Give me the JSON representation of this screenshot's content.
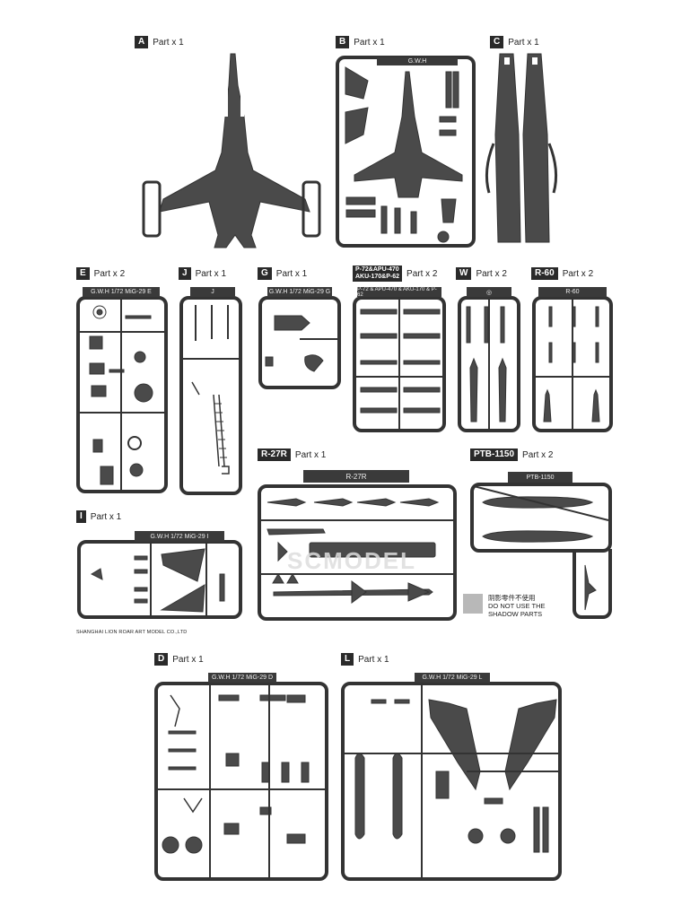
{
  "parts": [
    {
      "id": "A",
      "badge": "A",
      "label": "Part x 1"
    },
    {
      "id": "B",
      "badge": "B",
      "label": "Part x 1",
      "tag": "G.W.H"
    },
    {
      "id": "C",
      "badge": "C",
      "label": "Part x 1"
    },
    {
      "id": "E",
      "badge": "E",
      "label": "Part x 2",
      "tag": "G.W.H   1/72  MiG-29  E"
    },
    {
      "id": "J",
      "badge": "J",
      "label": "Part x 1",
      "tag": "J"
    },
    {
      "id": "G",
      "badge": "G",
      "label": "Part x 1",
      "tag": "G.W.H  1/72  MiG-29  G"
    },
    {
      "id": "P",
      "badge": "P-72&APU-470\nAKU-170&P-62",
      "label": "Part x 2",
      "tag": "P-72 & APU-470 & AKU-170 & P-62"
    },
    {
      "id": "W",
      "badge": "W",
      "label": "Part x 2"
    },
    {
      "id": "R60",
      "badge": "R-60",
      "label": "Part x 2",
      "tag": "R-60"
    },
    {
      "id": "R27R",
      "badge": "R-27R",
      "label": "Part x 1",
      "tag": "R-27R"
    },
    {
      "id": "PTB",
      "badge": "PTB-1150",
      "label": "Part x 2",
      "tag": "PTB-1150"
    },
    {
      "id": "I",
      "badge": "I",
      "label": "Part x 1",
      "tag": "G.W.H    1/72  MiG-29  I"
    },
    {
      "id": "D",
      "badge": "D",
      "label": "Part x 1",
      "tag": "G.W.H   1/72  MiG-29  D"
    },
    {
      "id": "L",
      "badge": "L",
      "label": "Part x 1",
      "tag": "G.W.H   1/72  MiG-29  L"
    }
  ],
  "shadow_note": {
    "cn": "阴影零件不使用",
    "en1": "DO NOT USE THE",
    "en2": "SHADOW PARTS",
    "swatch_color": "#b8b8b8"
  },
  "footer": "SHANGHAI LION ROAR ART MODEL CO.,LTD",
  "watermark": "SCMODEL",
  "colors": {
    "part": "#4a4a4a",
    "sprue": "#333333",
    "badge": "#2a2a2a"
  }
}
